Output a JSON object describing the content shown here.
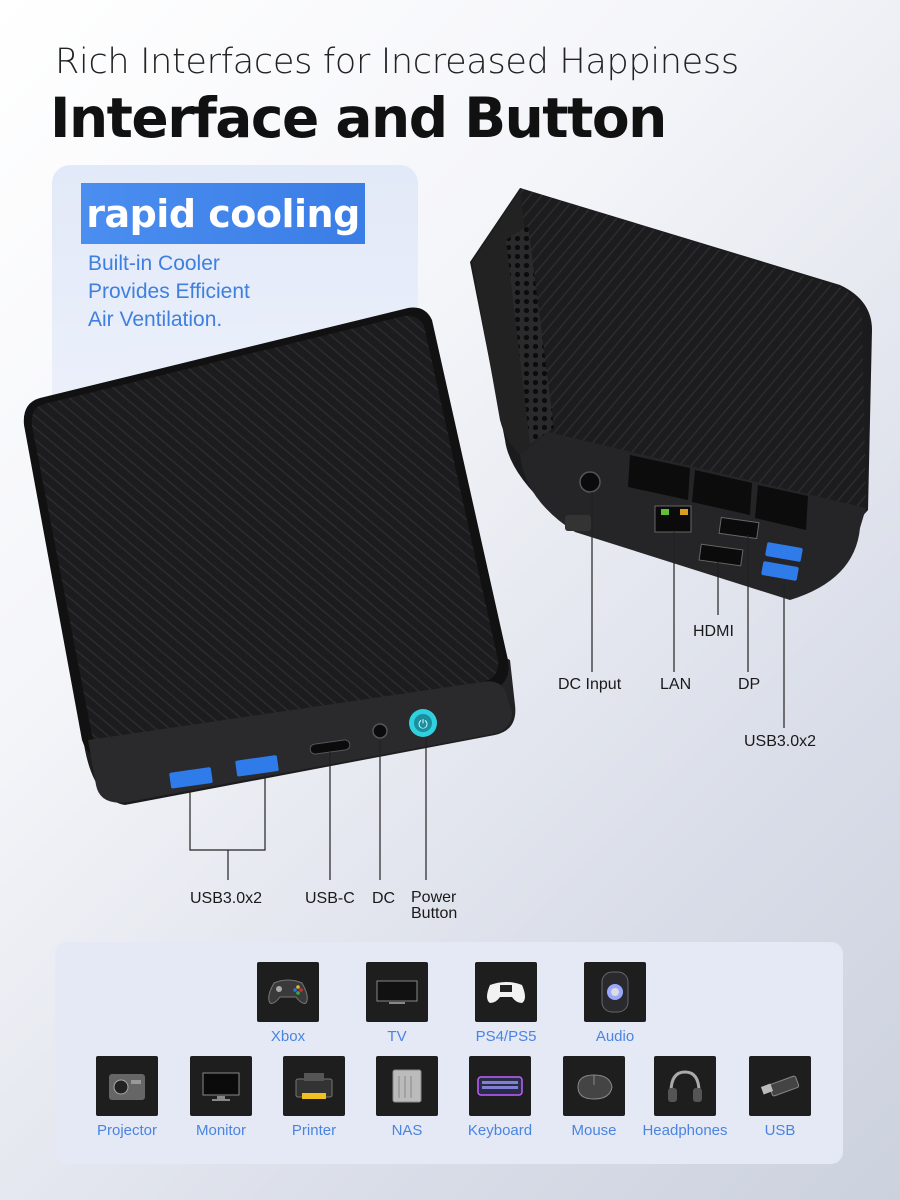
{
  "header": {
    "subtitle": "Rich Interfaces for Increased Happiness",
    "title": "Interface and Button"
  },
  "cooling": {
    "badge": "rapid cooling",
    "lines": [
      "Built-in Cooler",
      "Provides Efficient",
      "Air Ventilation."
    ]
  },
  "front_ports": {
    "usb": "USB3.0x2",
    "usbc": "USB-C",
    "dc": "DC",
    "power_line1": "Power",
    "power_line2": "Button"
  },
  "rear_ports": {
    "dc_input": "DC Input",
    "lan": "LAN",
    "hdmi": "HDMI",
    "dp": "DP",
    "usb": "USB3.0x2"
  },
  "apps_row1": [
    {
      "label": "Xbox",
      "icon": "gamepad-icon"
    },
    {
      "label": "TV",
      "icon": "tv-icon"
    },
    {
      "label": "PS4/PS5",
      "icon": "ps-controller-icon"
    },
    {
      "label": "Audio",
      "icon": "speaker-icon"
    }
  ],
  "apps_row2": [
    {
      "label": "Projector",
      "icon": "projector-icon"
    },
    {
      "label": "Monitor",
      "icon": "monitor-icon"
    },
    {
      "label": "Printer",
      "icon": "printer-icon"
    },
    {
      "label": "NAS",
      "icon": "nas-icon"
    },
    {
      "label": "Keyboard",
      "icon": "keyboard-icon"
    },
    {
      "label": "Mouse",
      "icon": "mouse-icon"
    },
    {
      "label": "Headphones",
      "icon": "headphones-icon"
    },
    {
      "label": "USB",
      "icon": "usb-drive-icon"
    }
  ],
  "colors": {
    "accent_blue": "#3e7fe0",
    "badge_blue": "#4b8ef0",
    "usb_blue": "#2f7bea",
    "power_teal": "#2fd0e0"
  }
}
